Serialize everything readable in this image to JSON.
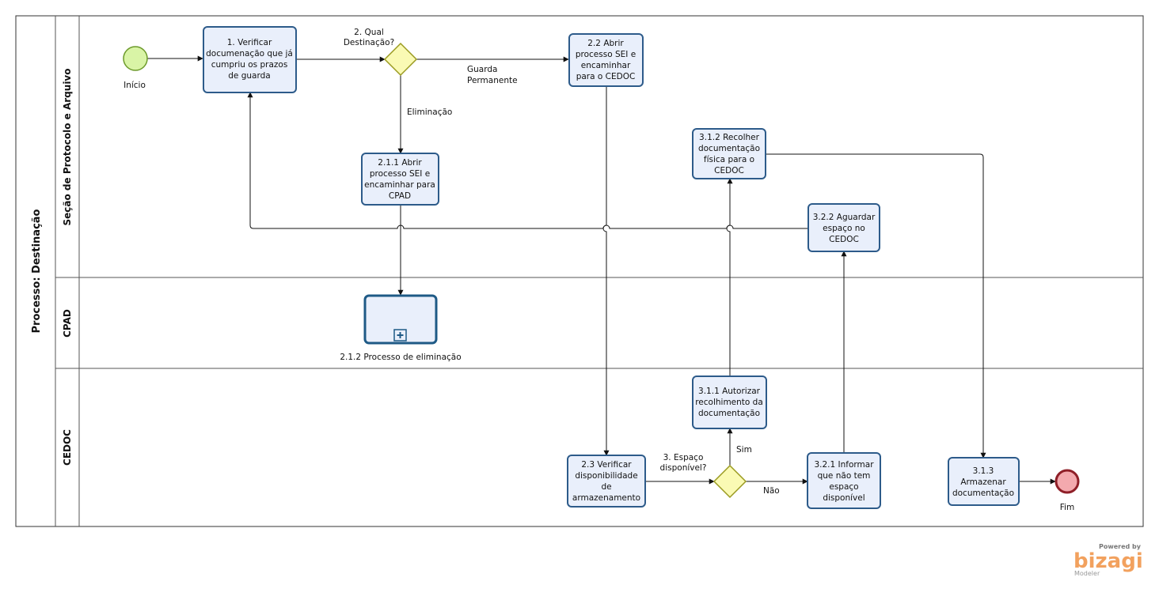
{
  "pool": {
    "title": "Processo: Destinação"
  },
  "lanes": [
    {
      "id": "lane-protocolo",
      "title": "Seção de Protocolo e Arquivo"
    },
    {
      "id": "lane-cpad",
      "title": "CPAD"
    },
    {
      "id": "lane-cedoc",
      "title": "CEDOC"
    }
  ],
  "events": {
    "start_label": "Início",
    "end_label": "Fim"
  },
  "tasks": {
    "t1": [
      "1. Verificar",
      "documenação que já",
      "cumpriu os prazos",
      "de guarda"
    ],
    "t22": [
      "2.2 Abrir",
      "processo SEI e",
      "encaminhar",
      "para o CEDOC"
    ],
    "t211": [
      "2.1.1 Abrir",
      "processo SEI e",
      "encaminhar para",
      "CPAD"
    ],
    "t312": [
      "3.1.2 Recolher",
      "documentação",
      "física para o",
      "CEDOC"
    ],
    "t322": [
      "3.2.2 Aguardar",
      "espaço no",
      "CEDOC"
    ],
    "t311": [
      "3.1.1 Autorizar",
      "recolhimento da",
      "documentação"
    ],
    "t23": [
      "2.3 Verificar",
      "disponibilidade",
      "de",
      "armazenamento"
    ],
    "t321": [
      "3.2.1 Informar",
      "que não tem",
      "espaço",
      "disponível"
    ],
    "t313": [
      "3.1.3",
      "Armazenar",
      "documentação"
    ]
  },
  "subprocess": {
    "label": "2.1.2 Processo de eliminação"
  },
  "gateways": {
    "g2": [
      "2. Qual",
      "Destinação?"
    ],
    "g3": [
      "3. Espaço",
      "disponível?"
    ]
  },
  "flow_labels": {
    "guarda": [
      "Guarda",
      "Permanente"
    ],
    "eliminacao": "Eliminação",
    "sim": "Sim",
    "nao": "Não"
  },
  "branding": {
    "powered_by": "Powered by",
    "name": "bizagi",
    "product": "Modeler",
    "color": "#f2a15e"
  }
}
